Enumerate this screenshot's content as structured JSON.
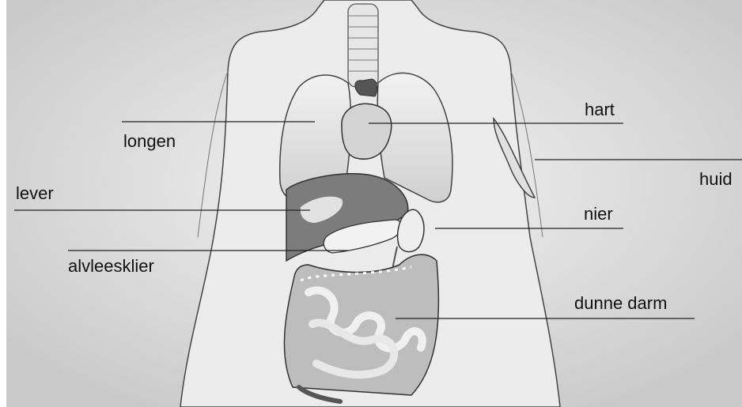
{
  "labels": {
    "lungs": "longen",
    "heart": "hart",
    "skin": "huid",
    "liver": "lever",
    "kidney": "nier",
    "pancreas": "alvleesklier",
    "small_intestine": "dunne darm"
  }
}
